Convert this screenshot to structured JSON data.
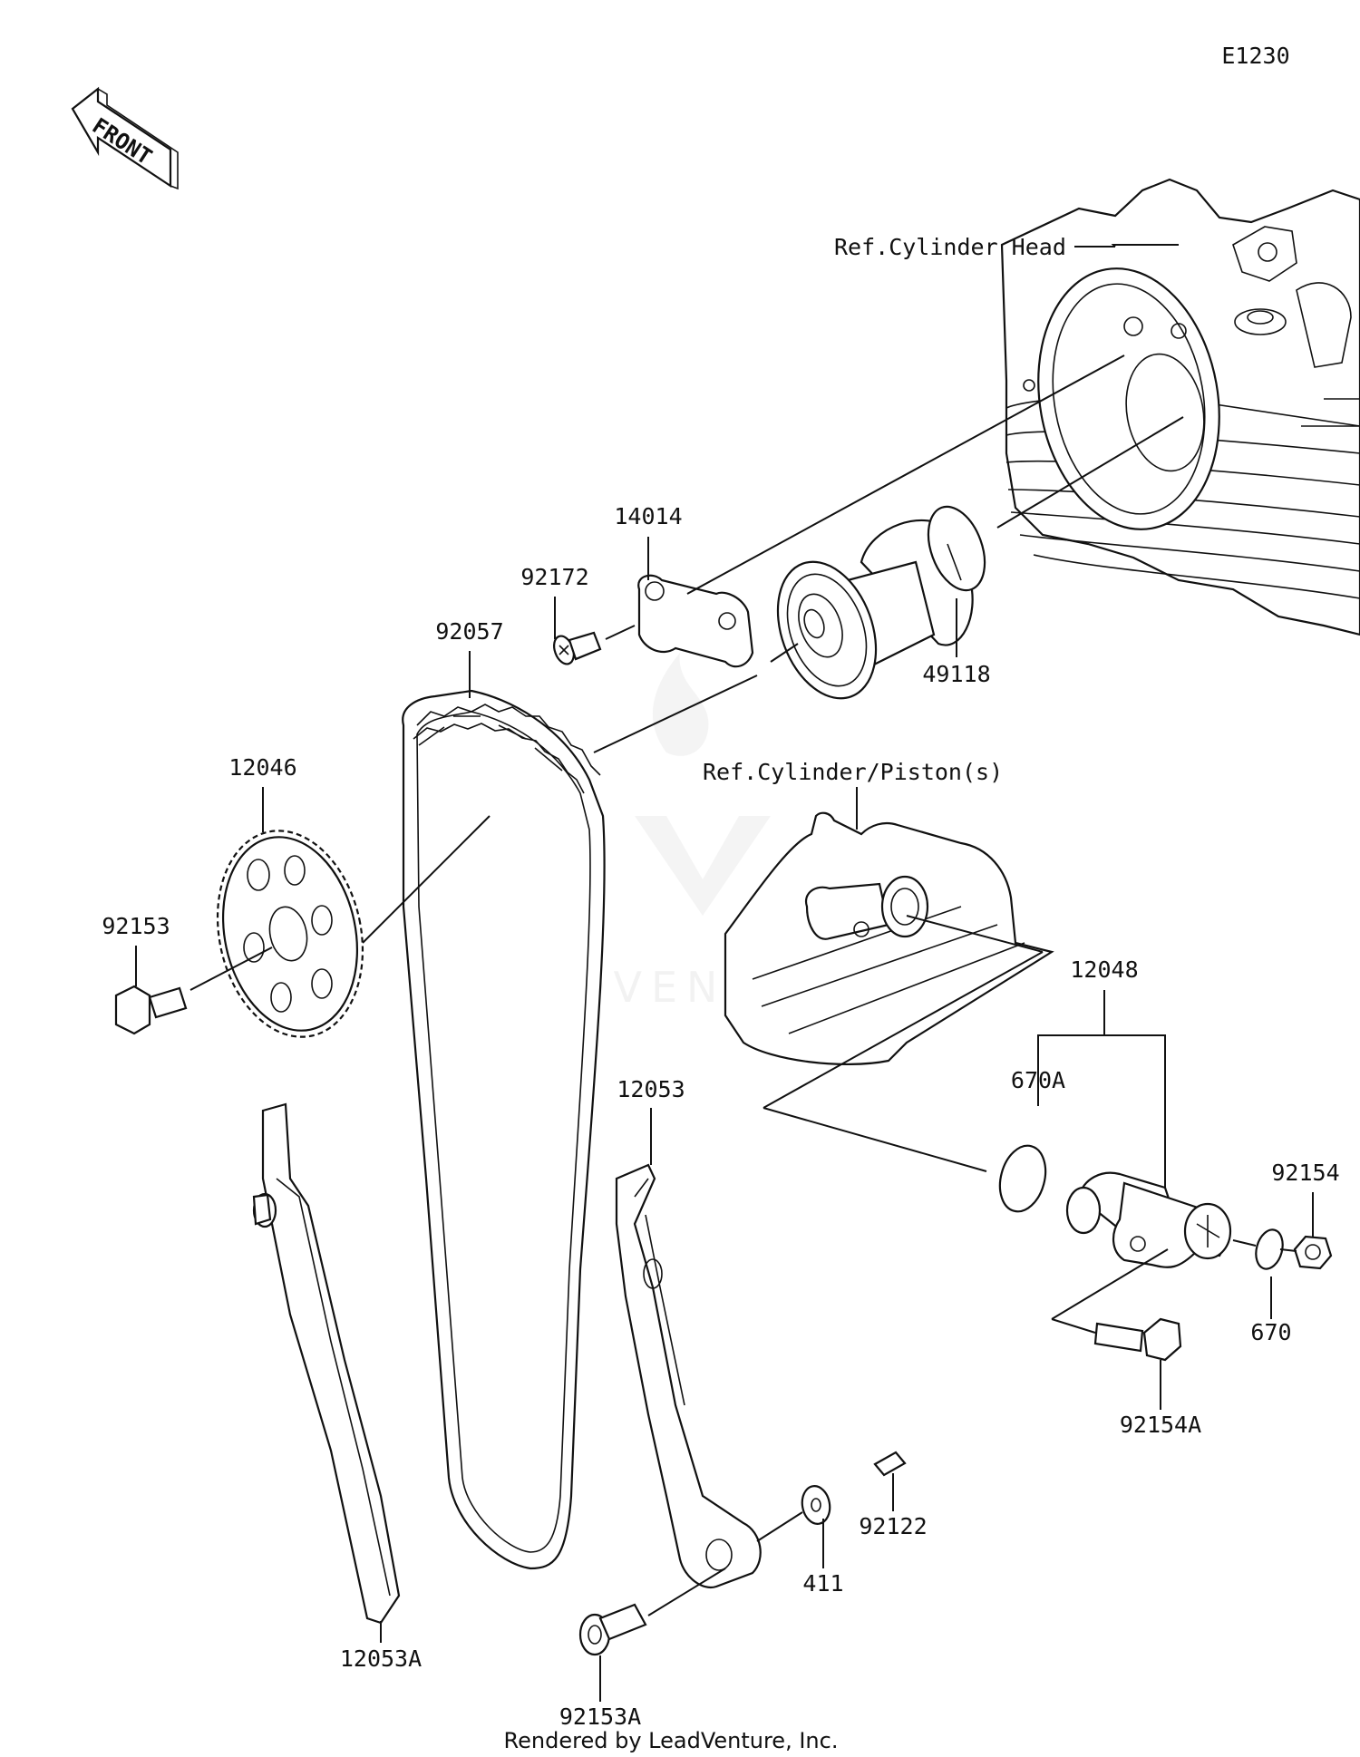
{
  "diagram_code": "E1230",
  "front_label": "FRONT",
  "ref_cylinder_head": "Ref.Cylinder Head",
  "ref_cylinder_piston": "Ref.Cylinder/Piston(s)",
  "footer": "Rendered by LeadVenture, Inc.",
  "watermark": "LEADVENTURE",
  "parts": {
    "p14014": "14014",
    "p92172": "92172",
    "p49118": "49118",
    "p92057": "92057",
    "p12046": "12046",
    "p92153": "92153",
    "p12048": "12048",
    "p670A": "670A",
    "p92154": "92154",
    "p670": "670",
    "p92154A": "92154A",
    "p12053": "12053",
    "p12053A": "12053A",
    "p92122": "92122",
    "p411": "411",
    "p92153A": "92153A"
  }
}
